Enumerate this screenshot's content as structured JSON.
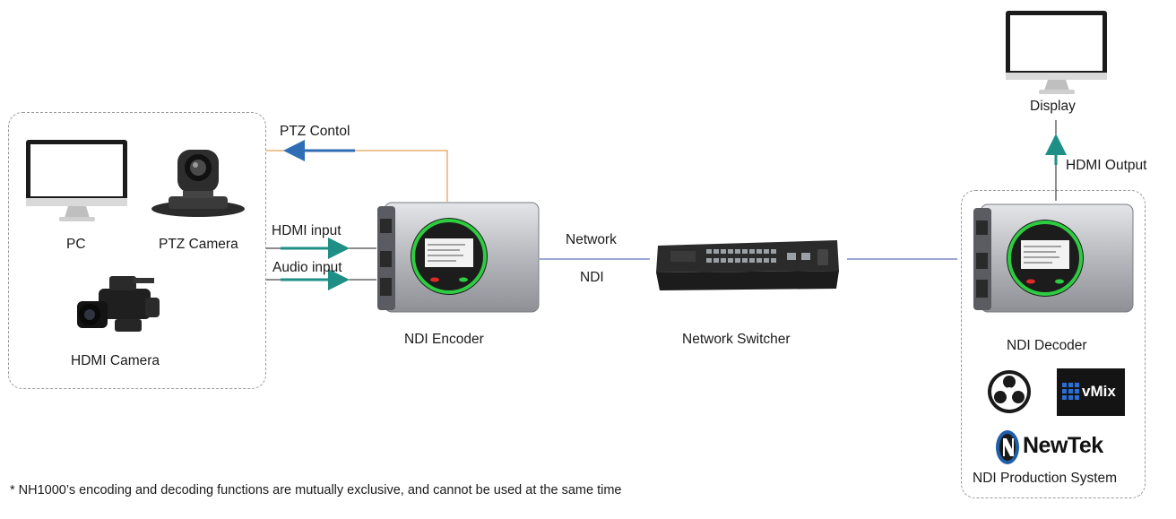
{
  "sources": {
    "pc_label": "PC",
    "ptz_camera_label": "PTZ Camera",
    "hdmi_camera_label": "HDMI Camera"
  },
  "links": {
    "ptz_control_label": "PTZ Contol",
    "hdmi_input_label": "HDMI input",
    "audio_input_label": "Audio input",
    "network_label": "Network",
    "ndi_label": "NDI",
    "hdmi_output_label": "HDMI Output"
  },
  "devices": {
    "encoder_label": "NDI Encoder",
    "switcher_label": "Network Switcher",
    "decoder_label": "NDI Decoder",
    "display_label": "Display",
    "production_label": "NDI Production System"
  },
  "logos": {
    "vmix_text": "vMix",
    "newtek_text": "NewTek"
  },
  "footnote": "* NH1000’s encoding and decoding functions are mutually exclusive, and cannot be used at the same time",
  "colors": {
    "arrow_teal": "#1e8f86",
    "arrow_blue": "#2f6db5",
    "control_orange": "#e08a2a",
    "network_blue": "#3a4fa8",
    "ring_green": "#2ecc40"
  },
  "icons": [
    "monitor-icon",
    "ptz-camera-icon",
    "video-camera-icon",
    "ndi-device-icon",
    "network-switch-icon",
    "obs-logo-icon",
    "vmix-logo-icon",
    "newtek-logo-icon"
  ]
}
